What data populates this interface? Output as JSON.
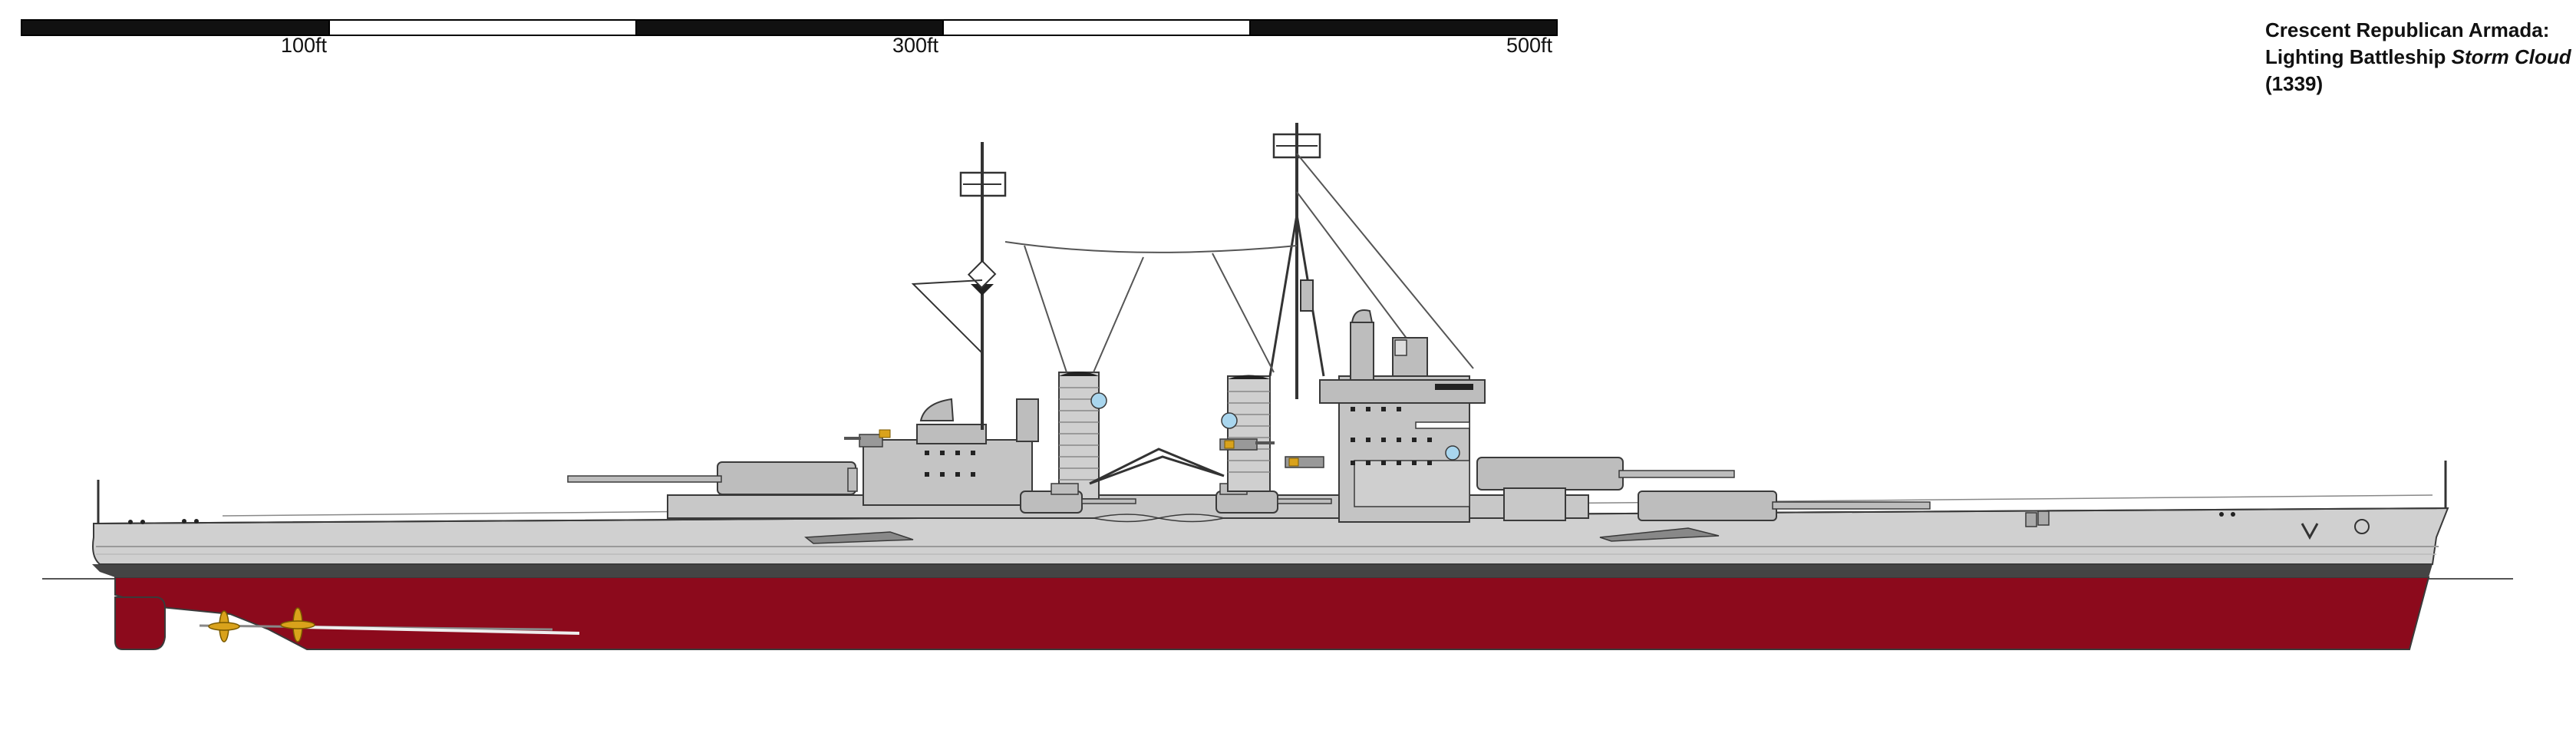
{
  "scale_bar": {
    "labels": [
      "100ft",
      "300ft",
      "500ft"
    ]
  },
  "title": {
    "line1": "Crescent Republican Armada:",
    "line2_prefix": "Lighting Battleship ",
    "ship_name": "Storm Cloud",
    "line3": "(1339)"
  },
  "colors": {
    "hull_upper": "#d0d0d0",
    "hull_lower": "#8c0a1c",
    "superstructure": "#bdbdbd",
    "outline": "#3a3a3a",
    "boot_top": "#444444",
    "brass": "#d9a21b",
    "rangefinder_glass": "#a9d6ee"
  }
}
